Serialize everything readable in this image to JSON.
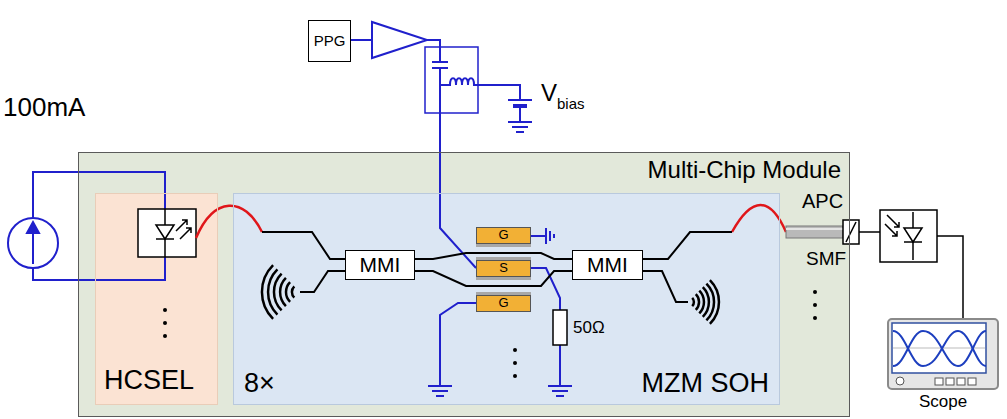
{
  "diagram": {
    "nodes": [
      {
        "text": [
          "PPG"
        ]
      },
      {
        "text": [
          "Multi-Chip Module"
        ]
      },
      {
        "text": [
          "HCSEL"
        ],
        "in": 1
      },
      {
        "text": [
          "8×",
          "MZM SOH"
        ],
        "in": 1
      },
      {
        "text": [
          "MMI"
        ],
        "in": 3
      },
      {
        "text": [
          "G"
        ],
        "in": 3
      },
      {
        "text": [
          "S"
        ],
        "in": 3
      },
      {
        "text": [
          "G"
        ],
        "in": 3
      },
      {
        "text": [
          "MMI"
        ],
        "in": 3
      },
      {
        "text": [
          "Scope"
        ]
      }
    ],
    "edges": [
      {
        "from": 4,
        "to": 8,
        "arrow": "none"
      },
      {
        "from": 4,
        "to": 8,
        "arrow": "none"
      }
    ],
    "labels": [
      "100mA",
      "V",
      "bias",
      "APC",
      "SMF",
      "50Ω"
    ]
  }
}
